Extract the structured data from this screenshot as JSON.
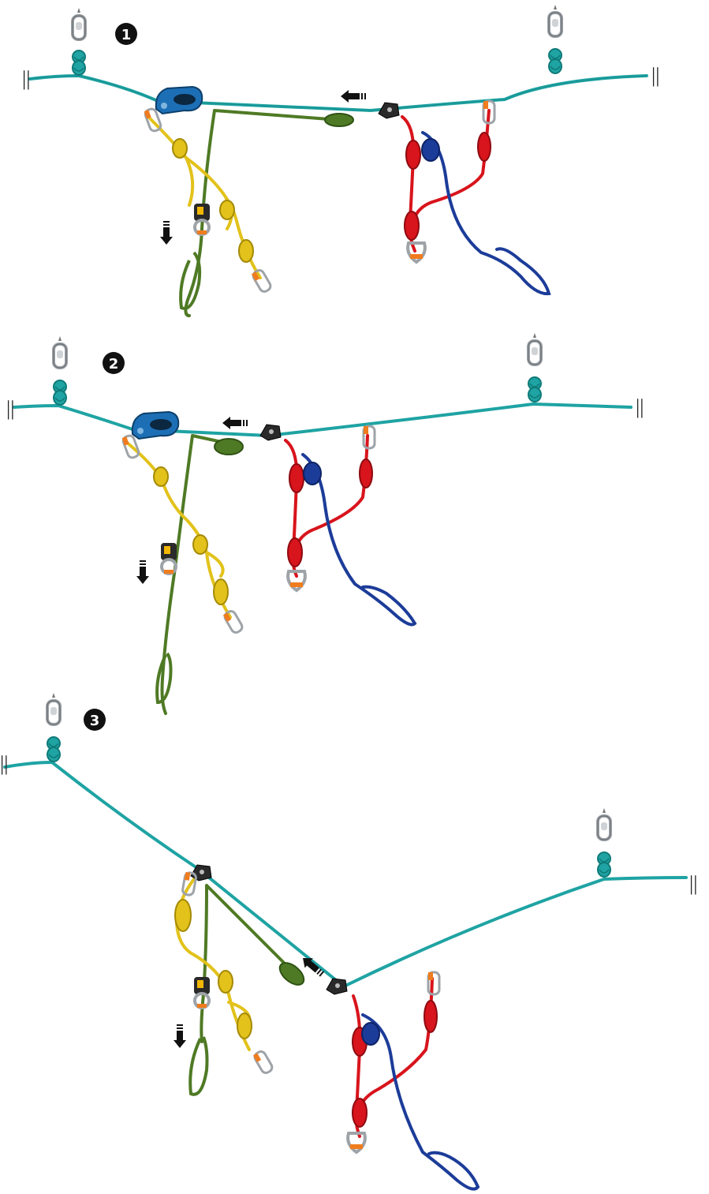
{
  "colors": {
    "background": "#ffffff",
    "main_line": "#1fa3a3",
    "main_line_dark": "#0f7a78",
    "haul_rope": "#4f7a25",
    "haul_rope_dark": "#2f5215",
    "lanyard_yellow": "#e2c21b",
    "lanyard_yellow_dark": "#a58a05",
    "tether_red": "#d8141c",
    "tether_red_dark": "#8e0a10",
    "tail_blue": "#1c3c99",
    "tail_blue_dark": "#0d2266",
    "pulley_blue": "#1d6fb5",
    "pulley_black": "#2a2a2a",
    "carabiner_orange": "#f07c1e",
    "steel": "#9ea3a8",
    "arrow": "#111111"
  },
  "steps": [
    {
      "label": "1",
      "glyph": "❶"
    },
    {
      "label": "2",
      "glyph": "❷"
    },
    {
      "label": "3",
      "glyph": "❸"
    }
  ],
  "break_mark": "||",
  "icons": [
    "anchor-bolt-icon",
    "pulley-icon",
    "rope-grab-icon",
    "descender-icon",
    "carabiner-icon",
    "direction-arrow-icon"
  ]
}
